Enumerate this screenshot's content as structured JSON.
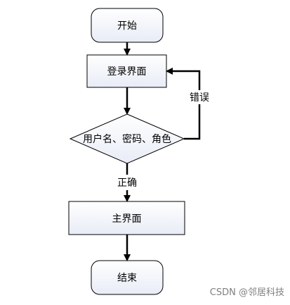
{
  "nodes": {
    "start": "开始",
    "login": "登录界面",
    "check": "用户名、密码、角色",
    "main": "主界面",
    "end": "结束"
  },
  "edges": {
    "error": "错误",
    "correct": "正确"
  },
  "watermark": "CSDN @邻居科技",
  "colors": {
    "box_fill_top": "#ffffff",
    "box_fill_bottom": "#e8ecf6",
    "stroke": "#000000"
  }
}
